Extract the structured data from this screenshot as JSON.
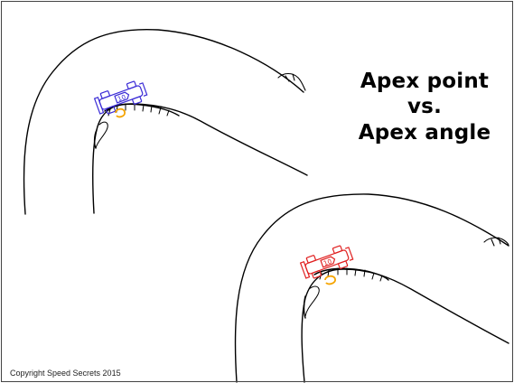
{
  "slide": {
    "title_lines": [
      "Apex point",
      "vs.",
      "Apex angle"
    ],
    "copyright": "Copyright Speed Secrets 2015"
  },
  "colors": {
    "track_line": "#000000",
    "car_top": "#3a2bd6",
    "car_bottom": "#e02020",
    "apex_marker": "#f5a400",
    "background": "#ffffff"
  },
  "icons": {
    "car_top": "race-car-icon",
    "car_bottom": "race-car-icon",
    "apex_top": "apex-marker-icon",
    "apex_bottom": "apex-marker-icon"
  }
}
